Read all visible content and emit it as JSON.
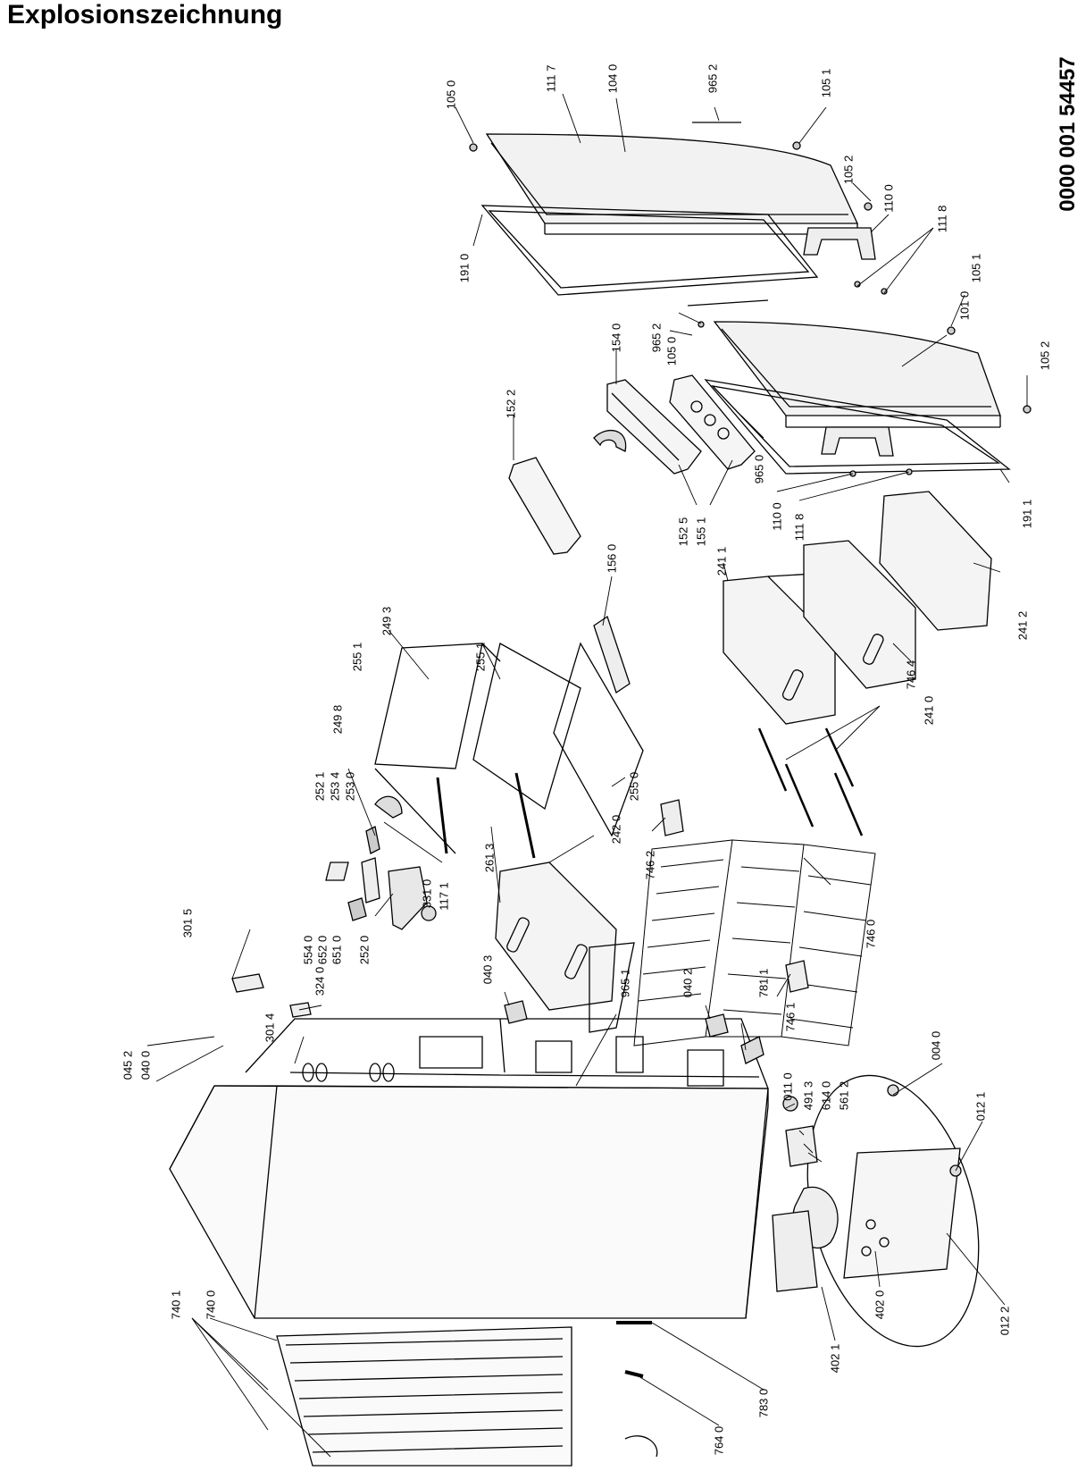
{
  "title": "Explosionszeichnung",
  "document_number": "0000 001 54457",
  "part_labels": {
    "p1050a": "105 0",
    "p1117": "111 7",
    "p1040": "104 0",
    "p9652a": "965 2",
    "p1051a": "105 1",
    "p1052a": "105 2",
    "p1100a": "110 0",
    "p1118a": "111 8",
    "p1051b": "105 1",
    "p1910": "191 0",
    "p1010": "101 0",
    "p1052b": "105 2",
    "p9652b": "965 2",
    "p1050b": "105 0",
    "p1540": "154 0",
    "p1522": "152 2",
    "p9650": "965 0",
    "p1100b": "110 0",
    "p1118b": "111 8",
    "p1911": "191 1",
    "p1525": "152 5",
    "p1551": "155 1",
    "p2411": "241 1",
    "p2412": "241 2",
    "p1560": "156 0",
    "p2410": "241 0",
    "p7464": "746 4",
    "p2493": "249 3",
    "p2551a": "255 1",
    "p2551b": "255 1",
    "p2498": "249 8",
    "p2550": "255 0",
    "p2521": "252 1",
    "p2534": "253 4",
    "p2530": "253 0",
    "p2613": "261 3",
    "p2420": "242 0",
    "p7462": "746 2",
    "p1171": "117 1",
    "p3310": "331 0",
    "p5540": "554 0",
    "p6520": "652 0",
    "p6510": "651 0",
    "p2520": "252 0",
    "p3015": "301 5",
    "p3240": "324 0",
    "p0403": "040 3",
    "p7460": "746 0",
    "p0402": "040 2",
    "p7811": "781 1",
    "p7461": "746 1",
    "p9651": "965 1",
    "p3014": "301 4",
    "p0452": "045 2",
    "p0400": "040 0",
    "p0110": "011 0",
    "p4913": "491 3",
    "p6140": "614 0",
    "p5612": "561 2",
    "p0040": "004 0",
    "p0121": "012 1",
    "p0122": "012 2",
    "p4020": "402 0",
    "p4021": "402 1",
    "p7830": "783 0",
    "p7640": "764 0",
    "p7401": "740 1",
    "p7400": "740 0"
  }
}
